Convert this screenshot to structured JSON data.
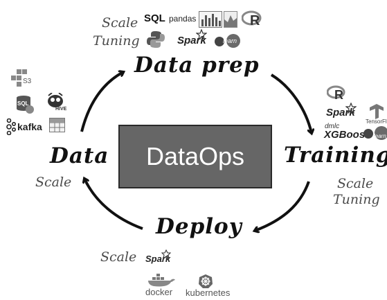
{
  "center": {
    "label": "DataOps",
    "fill": "#666666"
  },
  "stages": {
    "data_prep": "Data prep",
    "training": "Training",
    "deploy": "Deploy",
    "data": "Data"
  },
  "notes": {
    "data_prep_scale": "Scale",
    "data_prep_tuning": "Tuning",
    "training_scale": "Scale",
    "training_tuning": "Tuning",
    "deploy_scale": "Scale",
    "data_scale": "Scale"
  },
  "tools": {
    "data_prep": {
      "sql": "SQL",
      "pandas": "pandas",
      "spark": "Spark",
      "learn": "learn"
    },
    "training": {
      "spark": "Spark",
      "dmlc": "dmlc",
      "xgboost": "XGBoost",
      "tensorflow": "TensorFlo",
      "learn": "learn"
    },
    "deploy": {
      "spark": "Spark",
      "docker": "docker",
      "kubernetes": "kubernetes"
    },
    "data": {
      "s3": "S3",
      "sql": "SQL",
      "hive": "HIVE",
      "kafka": "kafka"
    }
  },
  "icons": [
    "sql-logo",
    "pandas-logo",
    "matplotlib-icon",
    "seaborn-icon",
    "r-logo",
    "python-icon",
    "spark-logo",
    "sklearn-icon",
    "s3-icon",
    "database-icon",
    "hive-icon",
    "kafka-icon",
    "grid-icon",
    "tensorflow-icon",
    "docker-icon",
    "kubernetes-icon"
  ]
}
